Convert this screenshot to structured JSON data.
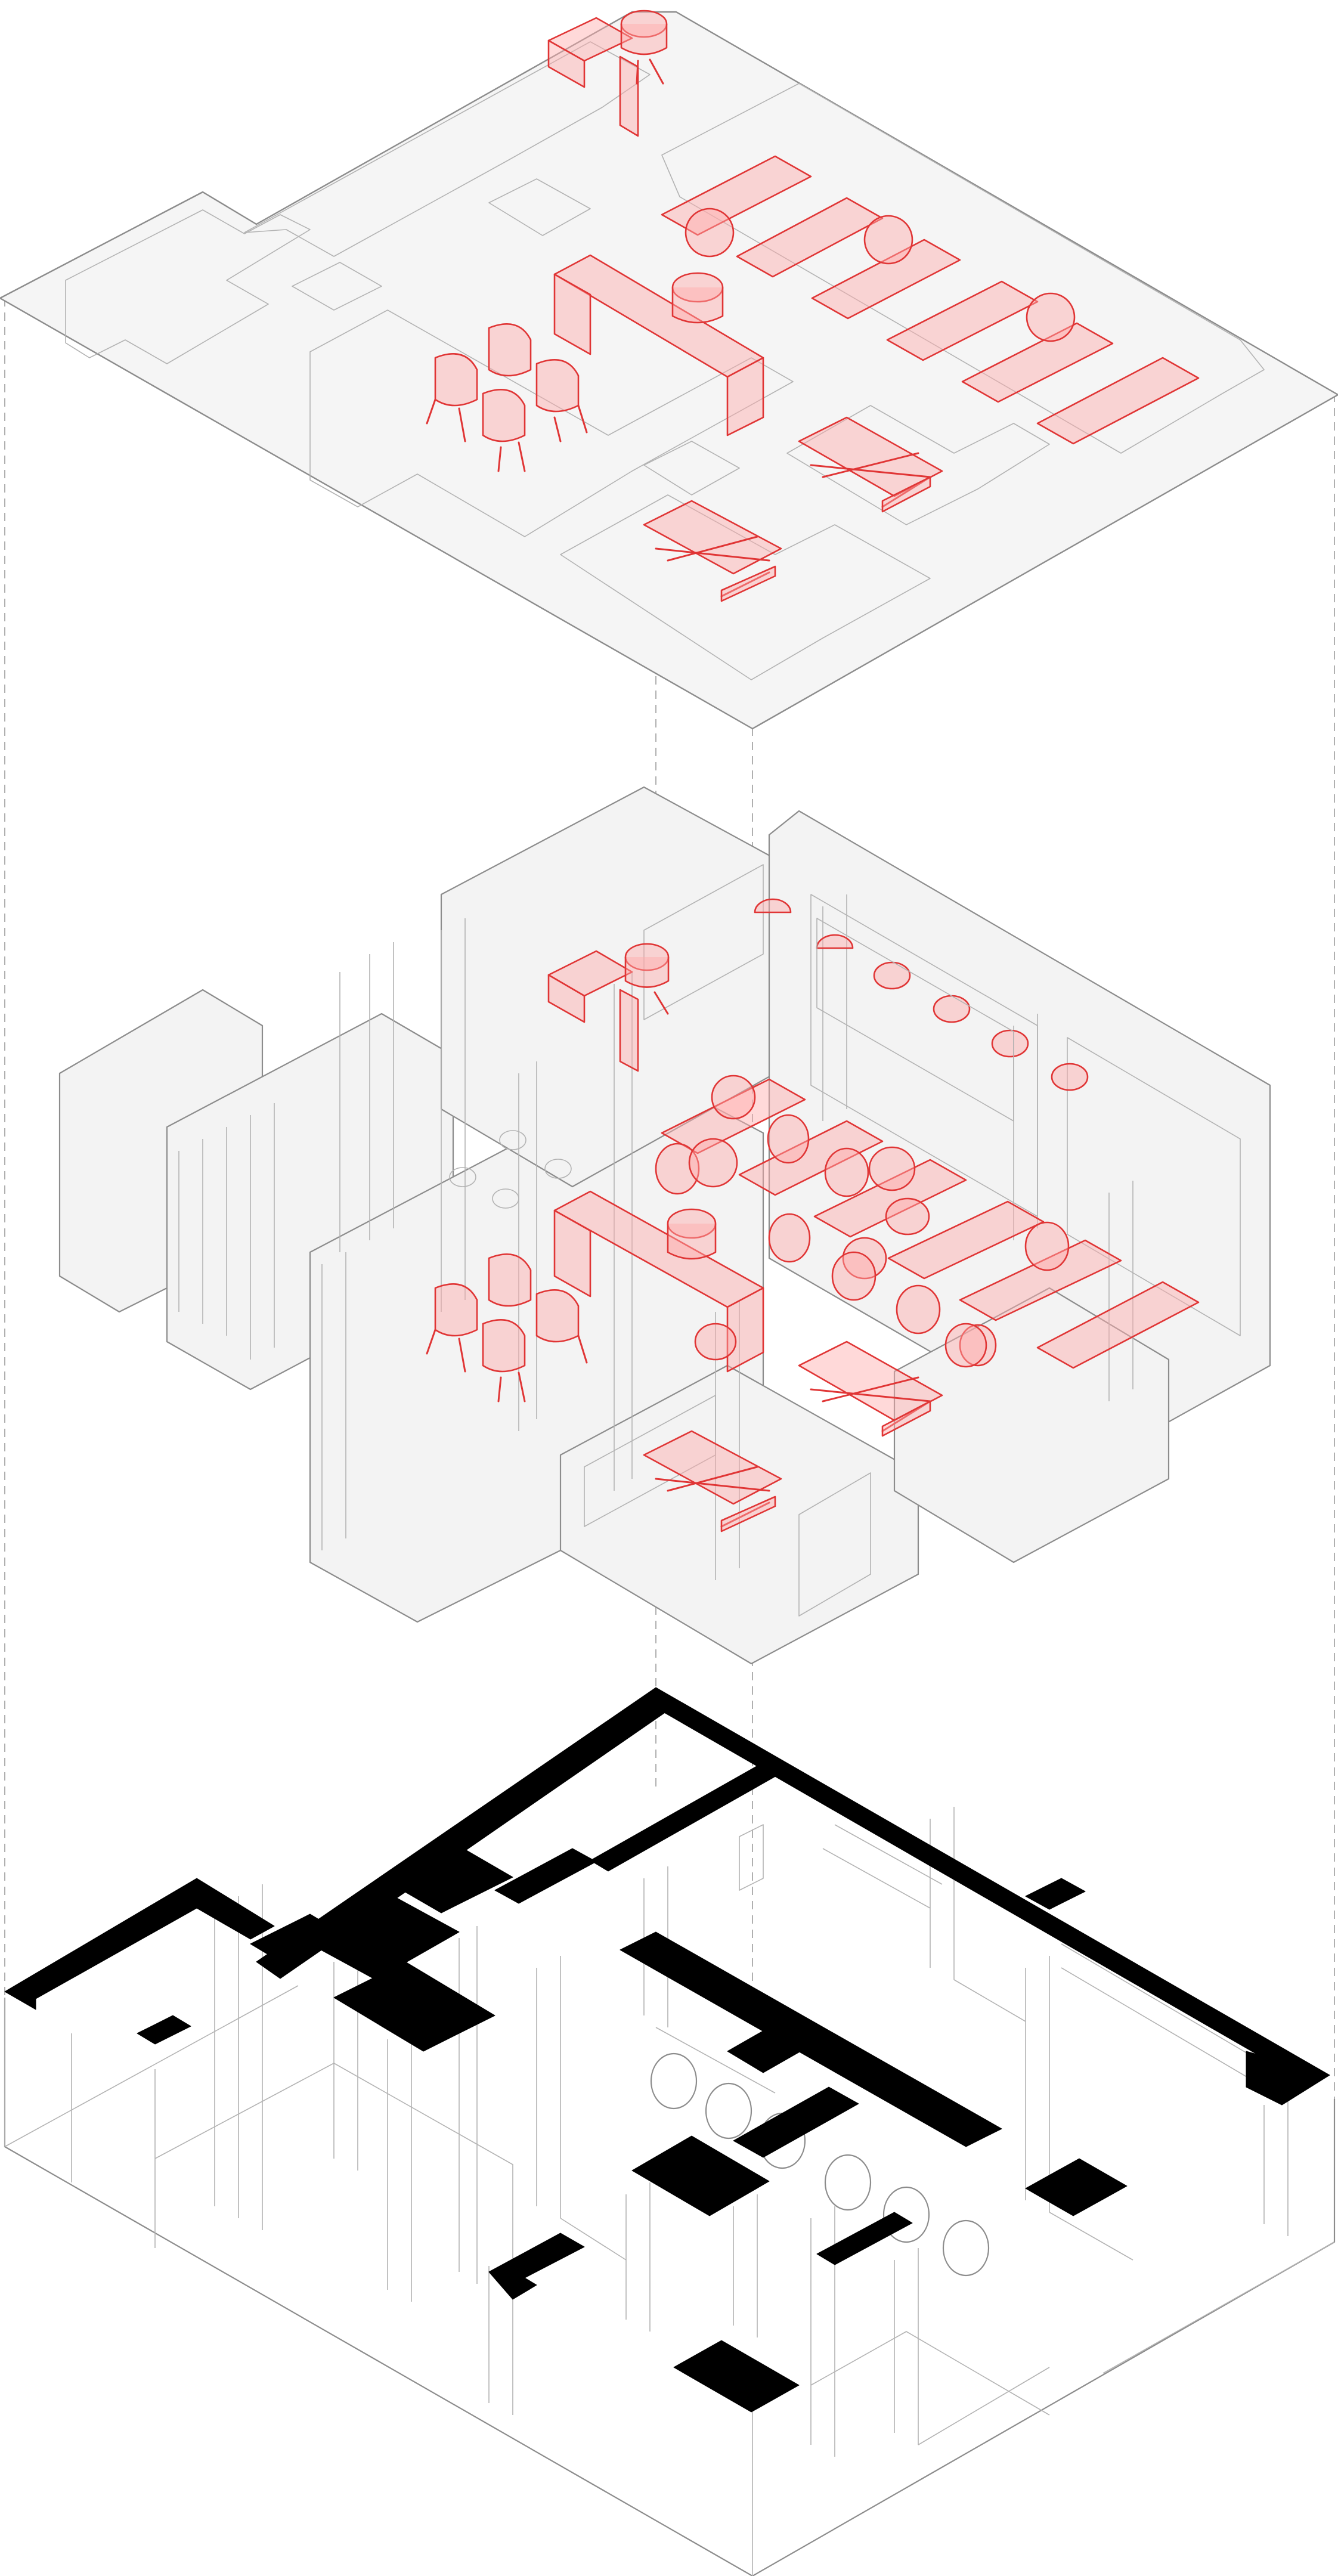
{
  "diagram": {
    "kind": "exploded-axonometric",
    "layers": [
      {
        "id": "floor-plan",
        "position": "top"
      },
      {
        "id": "furnished-volumes",
        "position": "middle"
      },
      {
        "id": "walls",
        "position": "bottom"
      }
    ],
    "colors": {
      "furniture": "#e03535",
      "furniture_fill": "#ffb3b3",
      "wall": "#000000",
      "line": "#8c8c8c",
      "surface": "#f5f5f5"
    }
  }
}
